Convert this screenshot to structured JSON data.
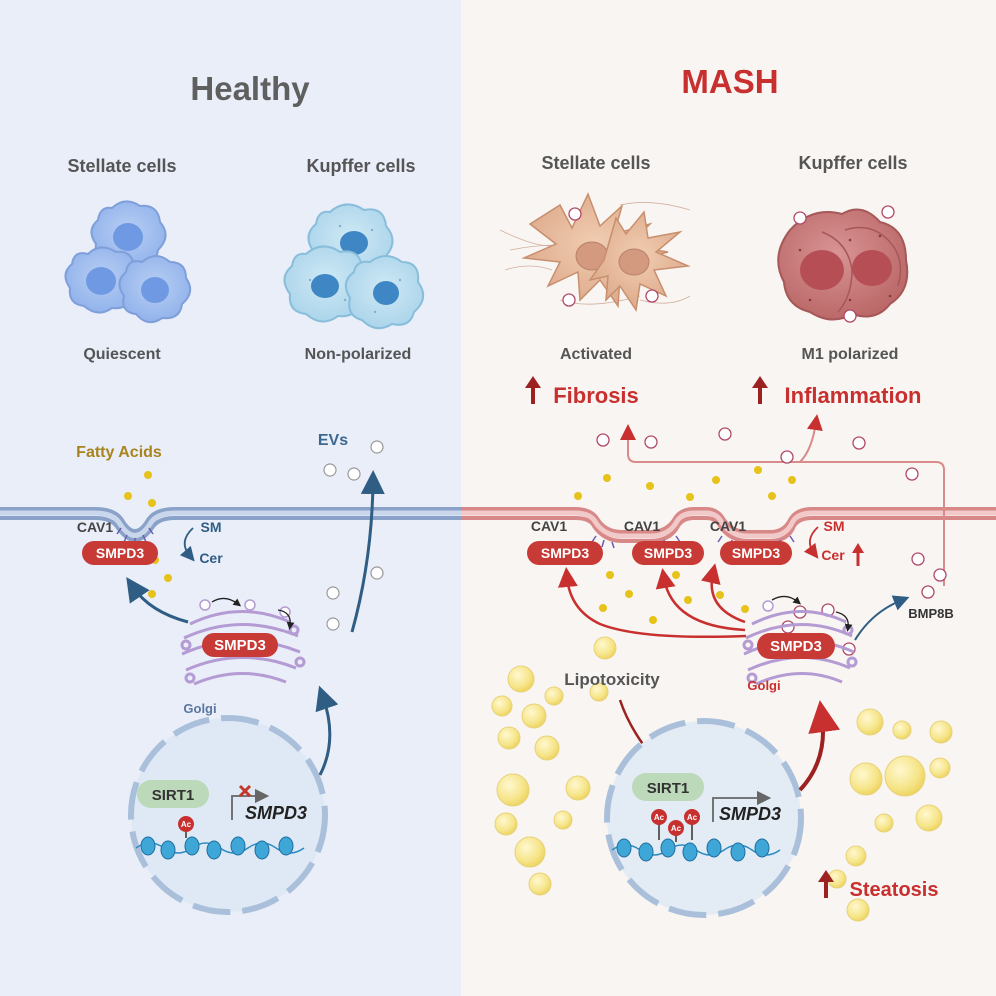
{
  "healthy": {
    "title": "Healthy",
    "stellate_label": "Stellate cells",
    "kupffer_label": "Kupffer cells",
    "stellate_state": "Quiescent",
    "kupffer_state": "Non-polarized",
    "fatty_acids": "Fatty Acids",
    "evs": "EVs",
    "cav1": "CAV1",
    "smpd3": "SMPD3",
    "sm": "SM",
    "cer": "Cer",
    "golgi": "Golgi",
    "sirt1": "SIRT1",
    "gene": "SMPD3",
    "ac": "Ac"
  },
  "mash": {
    "title": "MASH",
    "stellate_label": "Stellate cells",
    "kupffer_label": "Kupffer cells",
    "stellate_state": "Activated",
    "kupffer_state": "M1 polarized",
    "fibrosis": "Fibrosis",
    "inflammation": "Inflammation",
    "cav1": [
      "CAV1",
      "CAV1",
      "CAV1"
    ],
    "smpd3": [
      "SMPD3",
      "SMPD3",
      "SMPD3"
    ],
    "sm": "SM",
    "cer": "Cer",
    "bmp8b": "BMP8B",
    "golgi_smpd3": "SMPD3",
    "golgi": "Golgi",
    "lipotoxicity": "Lipotoxicity",
    "sirt1": "SIRT1",
    "gene": "SMPD3",
    "ac": [
      "Ac",
      "Ac",
      "Ac"
    ],
    "steatosis": "Steatosis"
  },
  "colors": {
    "healthy_bg": "#e9eef9",
    "mash_bg": "#f9f5f2",
    "mash_red": "#c8302f",
    "dark_red": "#9c2222",
    "healthy_blue": "#2f5d84",
    "smpd3_fill": "#c83a36",
    "fatty_acid": "#e6c21a",
    "gray_text": "#595959"
  }
}
